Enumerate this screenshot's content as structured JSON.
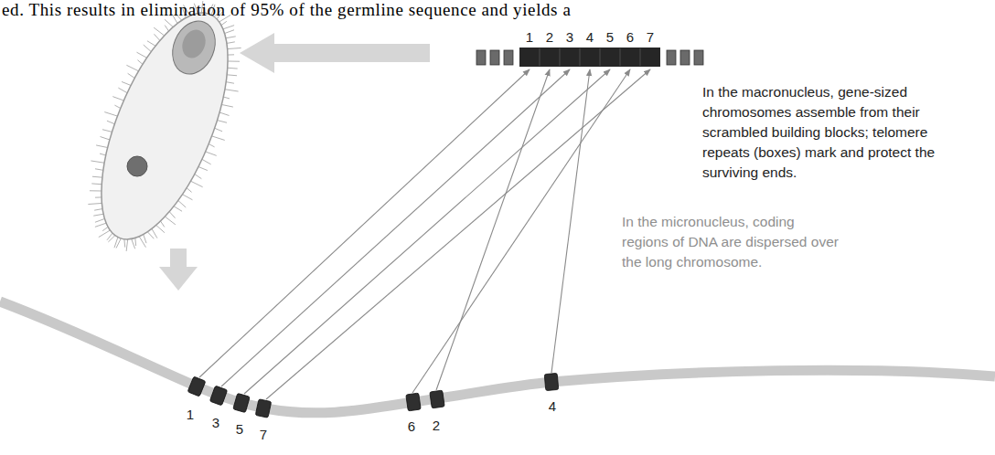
{
  "diagram": {
    "labels": [
      "ed. This results in elimination of 95% of the germline sequence and yields a",
      "1",
      "2",
      "3",
      "4",
      "5",
      "6",
      "7",
      "In the macronucleus, gene-sized chromosomes assemble from their scrambled building blocks; telomere repeats (boxes) mark and protect the surviving ends.",
      "In the micronucleus, coding regions of DNA are dispersed over the long chromosome.",
      "1",
      "3",
      "5",
      "7",
      "6",
      "2",
      "4"
    ]
  }
}
